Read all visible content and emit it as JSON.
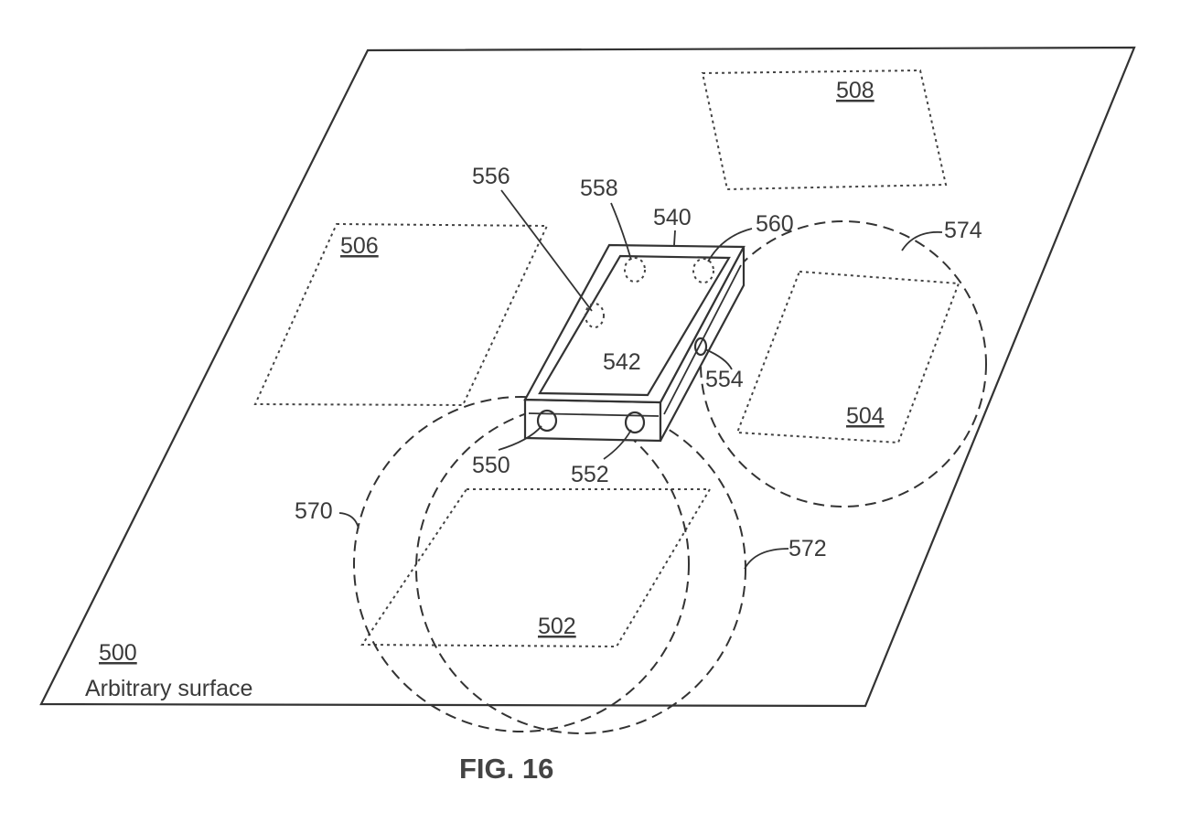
{
  "figure": {
    "caption": "FIG. 16",
    "surface": {
      "ref": "500",
      "label": "Arbitrary surface"
    },
    "regions": {
      "r502": "502",
      "r504": "504",
      "r506": "506",
      "r508": "508"
    },
    "device": {
      "body": "540",
      "screen": "542",
      "sensors": {
        "s550": "550",
        "s552": "552",
        "s554": "554",
        "s556": "556",
        "s558": "558",
        "s560": "560"
      }
    },
    "fields": {
      "f570": "570",
      "f572": "572",
      "f574": "574"
    }
  }
}
